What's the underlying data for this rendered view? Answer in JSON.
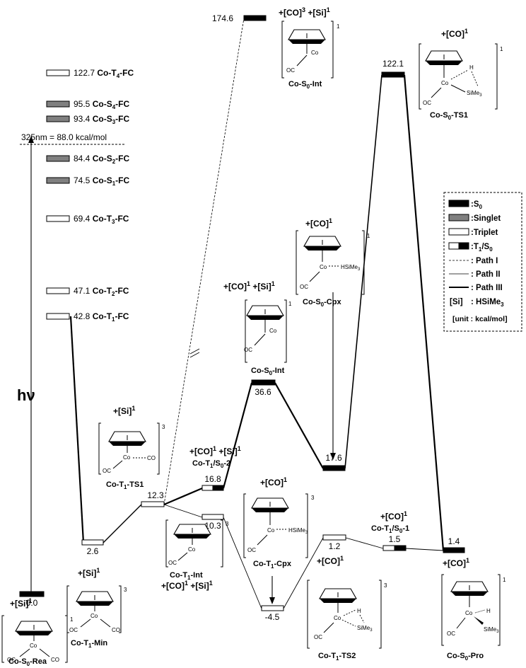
{
  "energy_levels": [
    {
      "id": "rea",
      "value": "0.0",
      "kind": "S0"
    },
    {
      "id": "t1min",
      "value": "2.6",
      "kind": "Triplet"
    },
    {
      "id": "t1ts1",
      "value": "12.3",
      "kind": "Triplet"
    },
    {
      "id": "t1s02",
      "value": "16.8",
      "kind": "T1S0"
    },
    {
      "id": "t1int",
      "value": "10.3",
      "kind": "Triplet"
    },
    {
      "id": "s0int",
      "value": "36.6",
      "kind": "S0"
    },
    {
      "id": "s0cpx",
      "value": "17.6",
      "kind": "S0"
    },
    {
      "id": "t1cpx",
      "value": "-4.5",
      "kind": "Triplet"
    },
    {
      "id": "t1ts2",
      "value": "1.2",
      "kind": "Triplet"
    },
    {
      "id": "t1s01",
      "value": "1.5",
      "kind": "T1S0"
    },
    {
      "id": "s0pro",
      "value": "1.4",
      "kind": "S0"
    },
    {
      "id": "s0ts1",
      "value": "122.1",
      "kind": "S0"
    },
    {
      "id": "s0int3",
      "value": "174.6",
      "kind": "S0"
    }
  ],
  "fc_states": [
    {
      "value": "122.7",
      "name": "Co-T",
      "sub": "4",
      "suffix": "-FC",
      "kind": "Triplet"
    },
    {
      "value": "95.5",
      "name": "Co-S",
      "sub": "4",
      "suffix": "-FC",
      "kind": "Singlet"
    },
    {
      "value": "93.4",
      "name": "Co-S",
      "sub": "3",
      "suffix": "-FC",
      "kind": "Singlet"
    },
    {
      "value": "84.4",
      "name": "Co-S",
      "sub": "2",
      "suffix": "-FC",
      "kind": "Singlet"
    },
    {
      "value": "74.5",
      "name": "Co-S",
      "sub": "1",
      "suffix": "-FC",
      "kind": "Singlet"
    },
    {
      "value": "69.4",
      "name": "Co-T",
      "sub": "3",
      "suffix": "-FC",
      "kind": "Triplet"
    },
    {
      "value": "47.1",
      "name": "Co-T",
      "sub": "2",
      "suffix": "-FC",
      "kind": "Triplet"
    },
    {
      "value": "42.8",
      "name": "Co-T",
      "sub": "1",
      "suffix": "-FC",
      "kind": "Triplet"
    }
  ],
  "excitation_label": "325nm = 88.0 kcal/mol",
  "hv_label": "hν",
  "structure_labels": {
    "rea": {
      "name": "Co-S",
      "sub": "0",
      "suffix": "-Rea",
      "mult": "1",
      "pre": "+[Si]",
      "pre_sup": "1"
    },
    "t1min": {
      "name": "Co-T",
      "sub": "1",
      "suffix": "-Min",
      "mult": "3",
      "pre": "+[Si]",
      "pre_sup": "1"
    },
    "t1ts1": {
      "name": "Co-T",
      "sub": "1",
      "suffix": "-TS1",
      "mult": "3",
      "pre": "+[Si]",
      "pre_sup": "1"
    },
    "t1int": {
      "name": "Co-T",
      "sub": "1",
      "suffix": "-Int",
      "mult": "3",
      "post": "+[CO]",
      "post_sup": "1",
      "post2": " +[Si]",
      "post2_sup": "1"
    },
    "t1s02": {
      "name": "Co-T",
      "sub": "1",
      "suffix": "/S",
      "sub2": "0",
      "suffix2": "-2",
      "pre": "+[CO]",
      "pre_sup": "1",
      "pre2": " +[Si]",
      "pre2_sup": "1"
    },
    "s0int": {
      "name": "Co-S",
      "sub": "0",
      "suffix": "-Int",
      "mult": "1",
      "pre": "+[CO]",
      "pre_sup": "1",
      "pre2": " +[Si]",
      "pre2_sup": "1"
    },
    "s0int3": {
      "name": "Co-S",
      "sub": "0",
      "suffix": "-Int",
      "mult": "1",
      "pre": "+[CO]",
      "pre_sup": "3",
      "pre2": " +[Si]",
      "pre2_sup": "1"
    },
    "s0cpx": {
      "name": "Co-S",
      "sub": "0",
      "suffix": "-Cpx",
      "mult": "1",
      "pre": "+[CO]",
      "pre_sup": "1"
    },
    "s0ts1": {
      "name": "Co-S",
      "sub": "0",
      "suffix": "-TS1",
      "mult": "1",
      "pre": "+[CO]",
      "pre_sup": "1"
    },
    "t1cpx": {
      "name": "Co-T",
      "sub": "1",
      "suffix": "-Cpx",
      "mult": "3",
      "pre": "+[CO]",
      "pre_sup": "1"
    },
    "t1ts2": {
      "name": "Co-T",
      "sub": "1",
      "suffix": "-TS2",
      "mult": "3",
      "pre": "+[CO]",
      "pre_sup": "1"
    },
    "t1s01": {
      "name": "Co-T",
      "sub": "1",
      "suffix": "/S",
      "sub2": "0",
      "suffix2": "-1",
      "pre": "+[CO]",
      "pre_sup": "1"
    },
    "s0pro": {
      "name": "Co-S",
      "sub": "0",
      "suffix": "-Pro",
      "mult": "1",
      "pre": "+[CO]",
      "pre_sup": "1"
    }
  },
  "atoms": {
    "co": "Co",
    "oc": "OC",
    "co_lig": "CO",
    "h": "H",
    "hsime3": "HSiMe",
    "sime3": "SiMe",
    "me_sub": "3"
  },
  "legend": {
    "s0": ":S",
    "s0_sub": "0",
    "singlet": ":Singlet",
    "triplet": ":Triplet",
    "t1s0": ":T",
    "t1s0_sub": "1",
    "t1s0_mid": "/S",
    "t1s0_sub2": "0",
    "path1": ": Path I",
    "path2": ": Path II",
    "path3": ": Path III",
    "si_key": "[Si]",
    "si_def": ": HSiMe",
    "si_sub": "3",
    "unit": "[unit : kcal/mol]"
  },
  "colors": {
    "s0": "#000000",
    "singlet": "#808080",
    "triplet": "#ffffff",
    "line": "#000000"
  }
}
